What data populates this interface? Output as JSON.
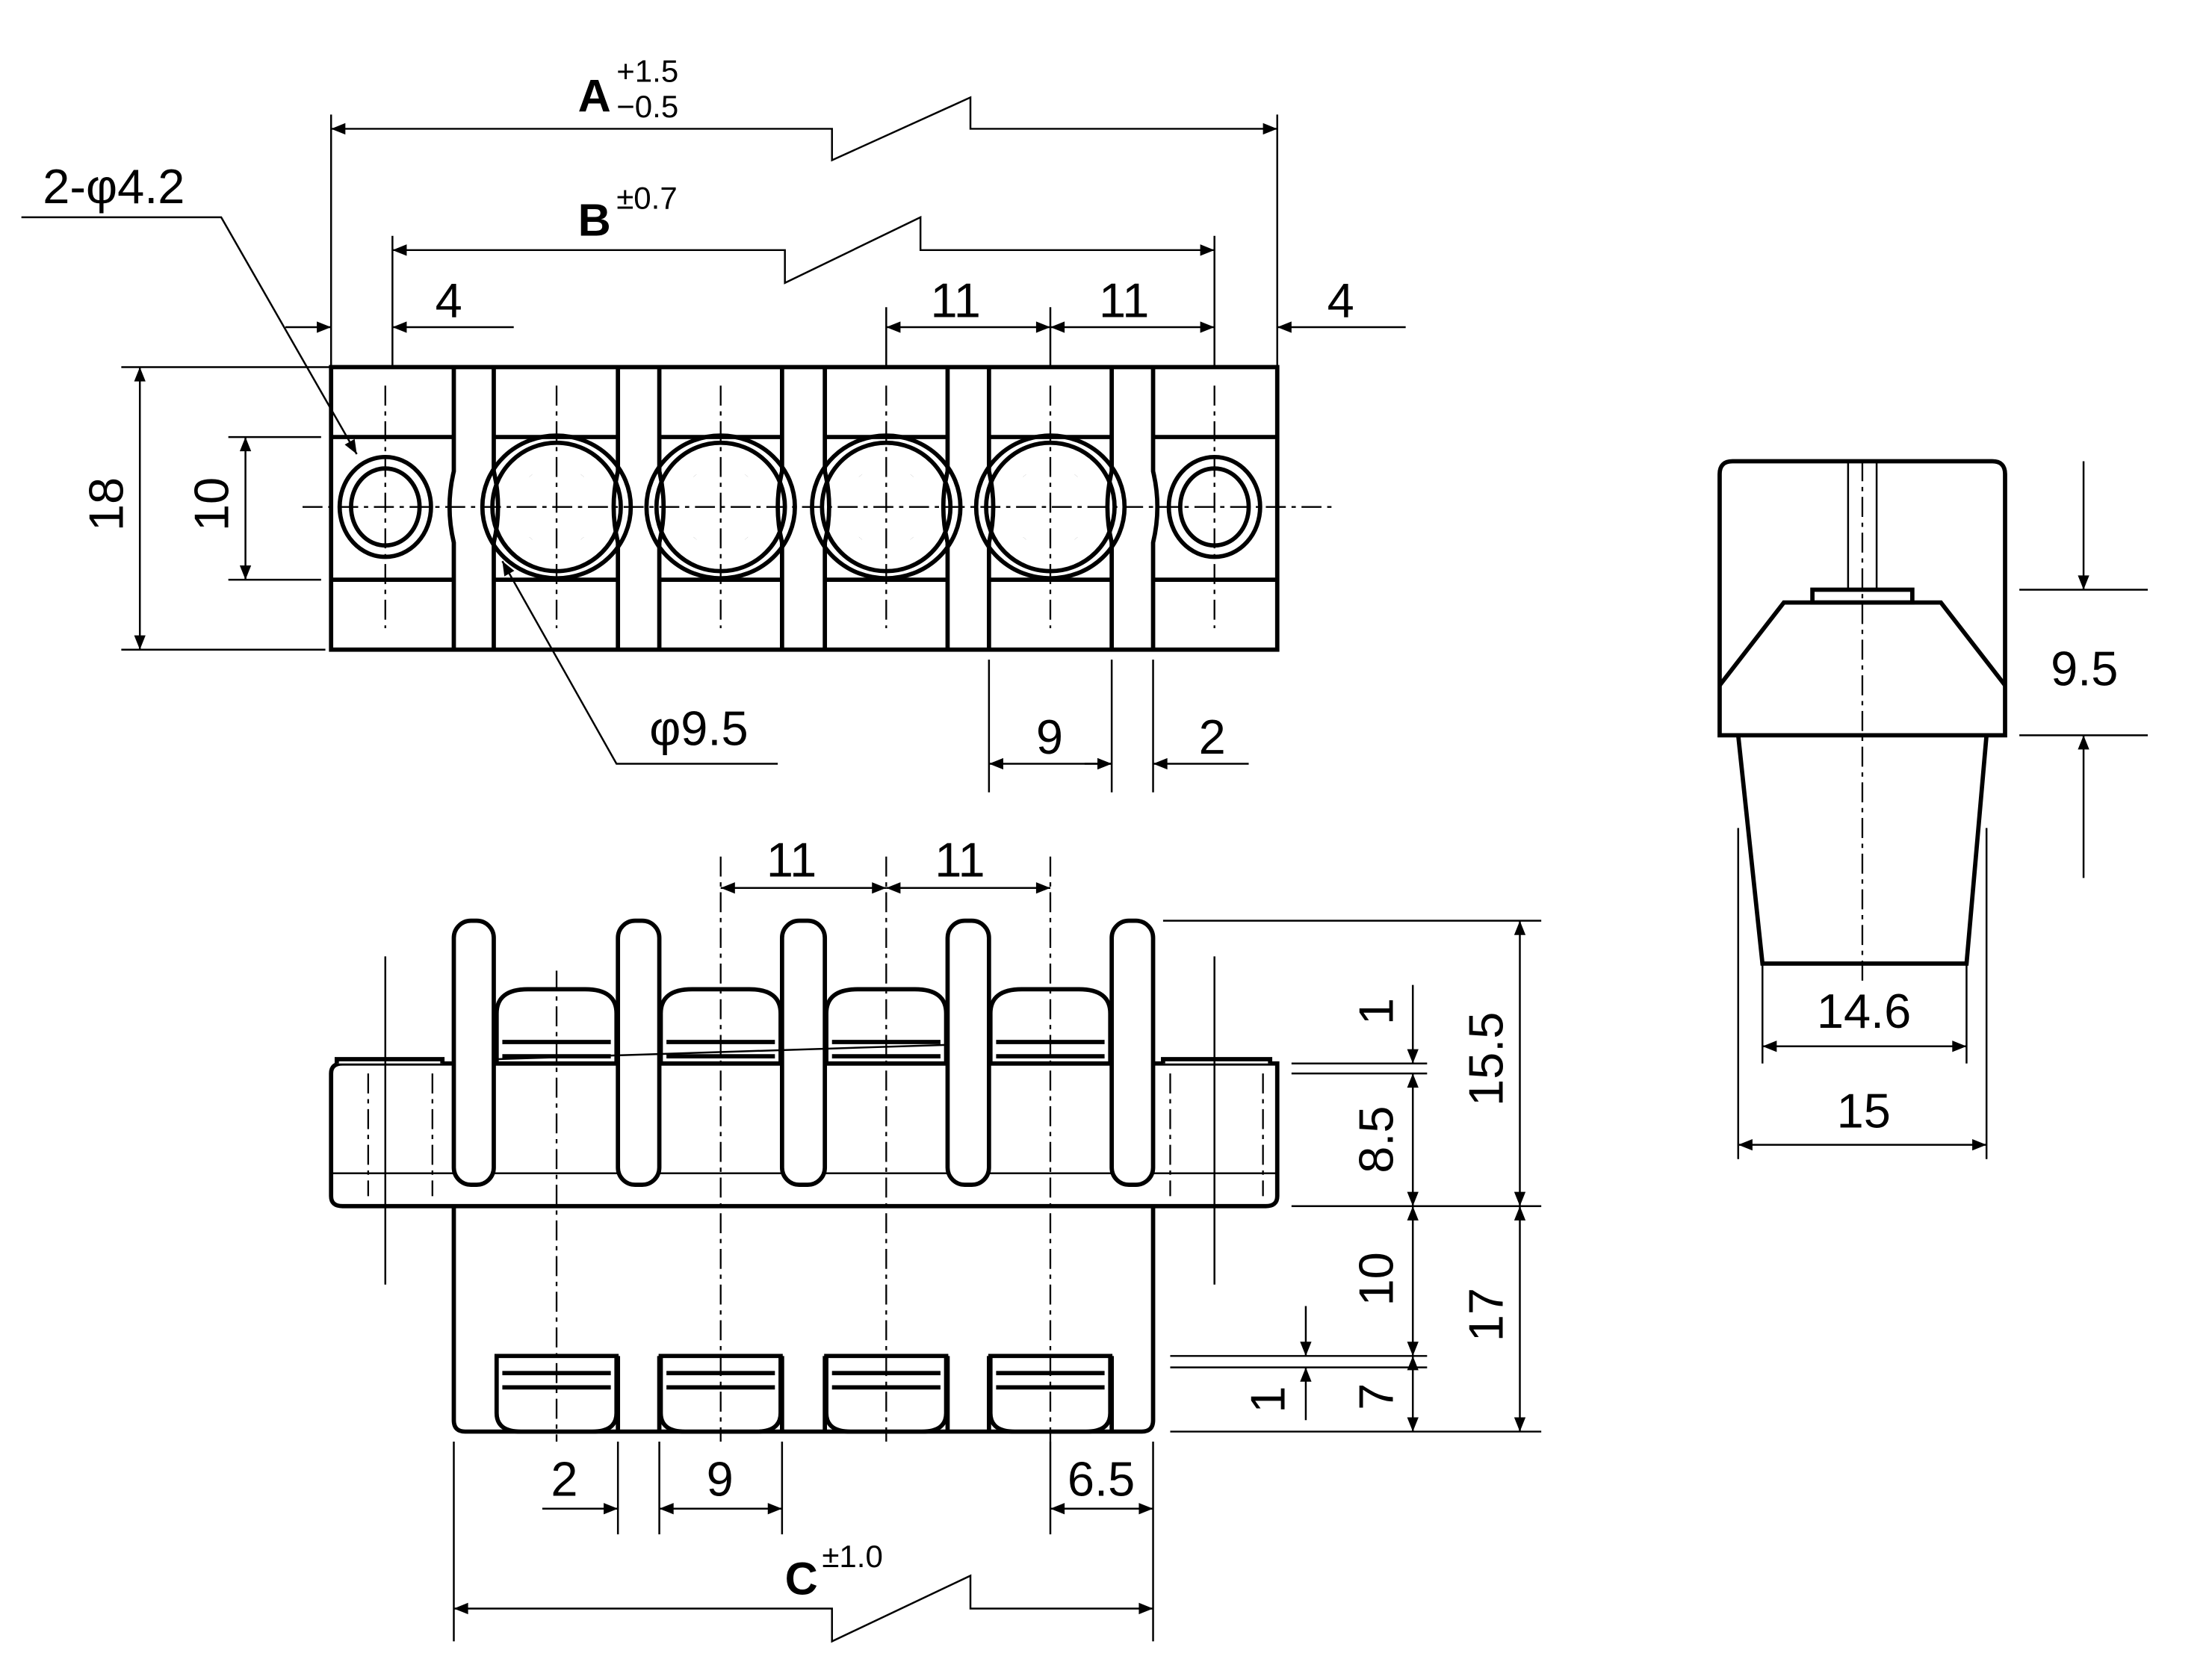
{
  "top_view": {
    "dim_A": {
      "letter": "A",
      "tol_plus": "+1.5",
      "tol_minus": "−0.5"
    },
    "dim_B": {
      "letter": "B",
      "tol": "±0.7"
    },
    "hole_callout": "2-φ4.2",
    "screw_callout": "φ9.5",
    "left_edge": "4",
    "right_edge": "4",
    "pitch_1": "11",
    "pitch_2": "11",
    "height_total": "18",
    "height_inner": "10",
    "terminal_width": "9",
    "barrier_width": "2"
  },
  "side_view": {
    "height": "9.5",
    "bottom_width": "14.6",
    "width": "15"
  },
  "front_view": {
    "pitch_1": "11",
    "pitch_2": "11",
    "gap_top": "1",
    "base_height": "8.5",
    "overall_top": "15.5",
    "lower_height": "10",
    "overall_bottom": "17",
    "gap_bottom": "1",
    "terminal_height": "7",
    "barrier": "2",
    "terminal_width": "9",
    "end_width": "6.5",
    "dim_C": {
      "letter": "C",
      "tol": "±1.0"
    }
  }
}
